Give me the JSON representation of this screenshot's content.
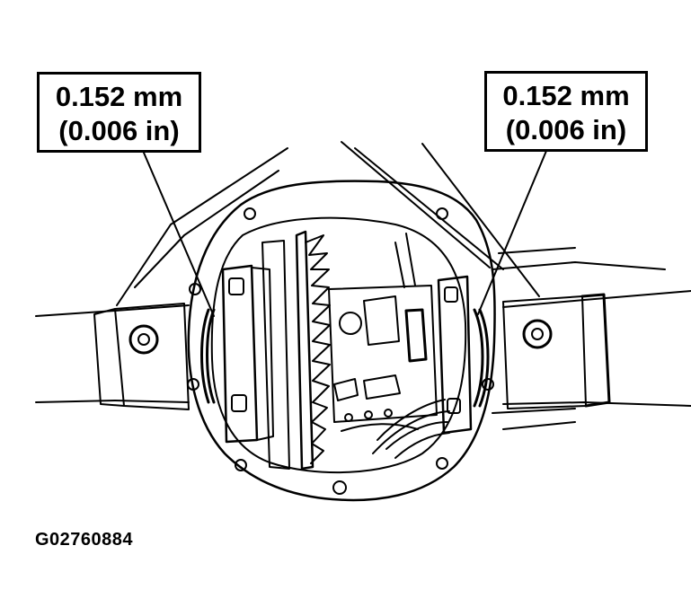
{
  "callouts": {
    "left": {
      "metric": "0.152 mm",
      "imperial": "(0.006 in)"
    },
    "right": {
      "metric": "0.152 mm",
      "imperial": "(0.006 in)"
    }
  },
  "figure_id": "G02760884",
  "colors": {
    "line": "#000000",
    "background": "#ffffff"
  }
}
